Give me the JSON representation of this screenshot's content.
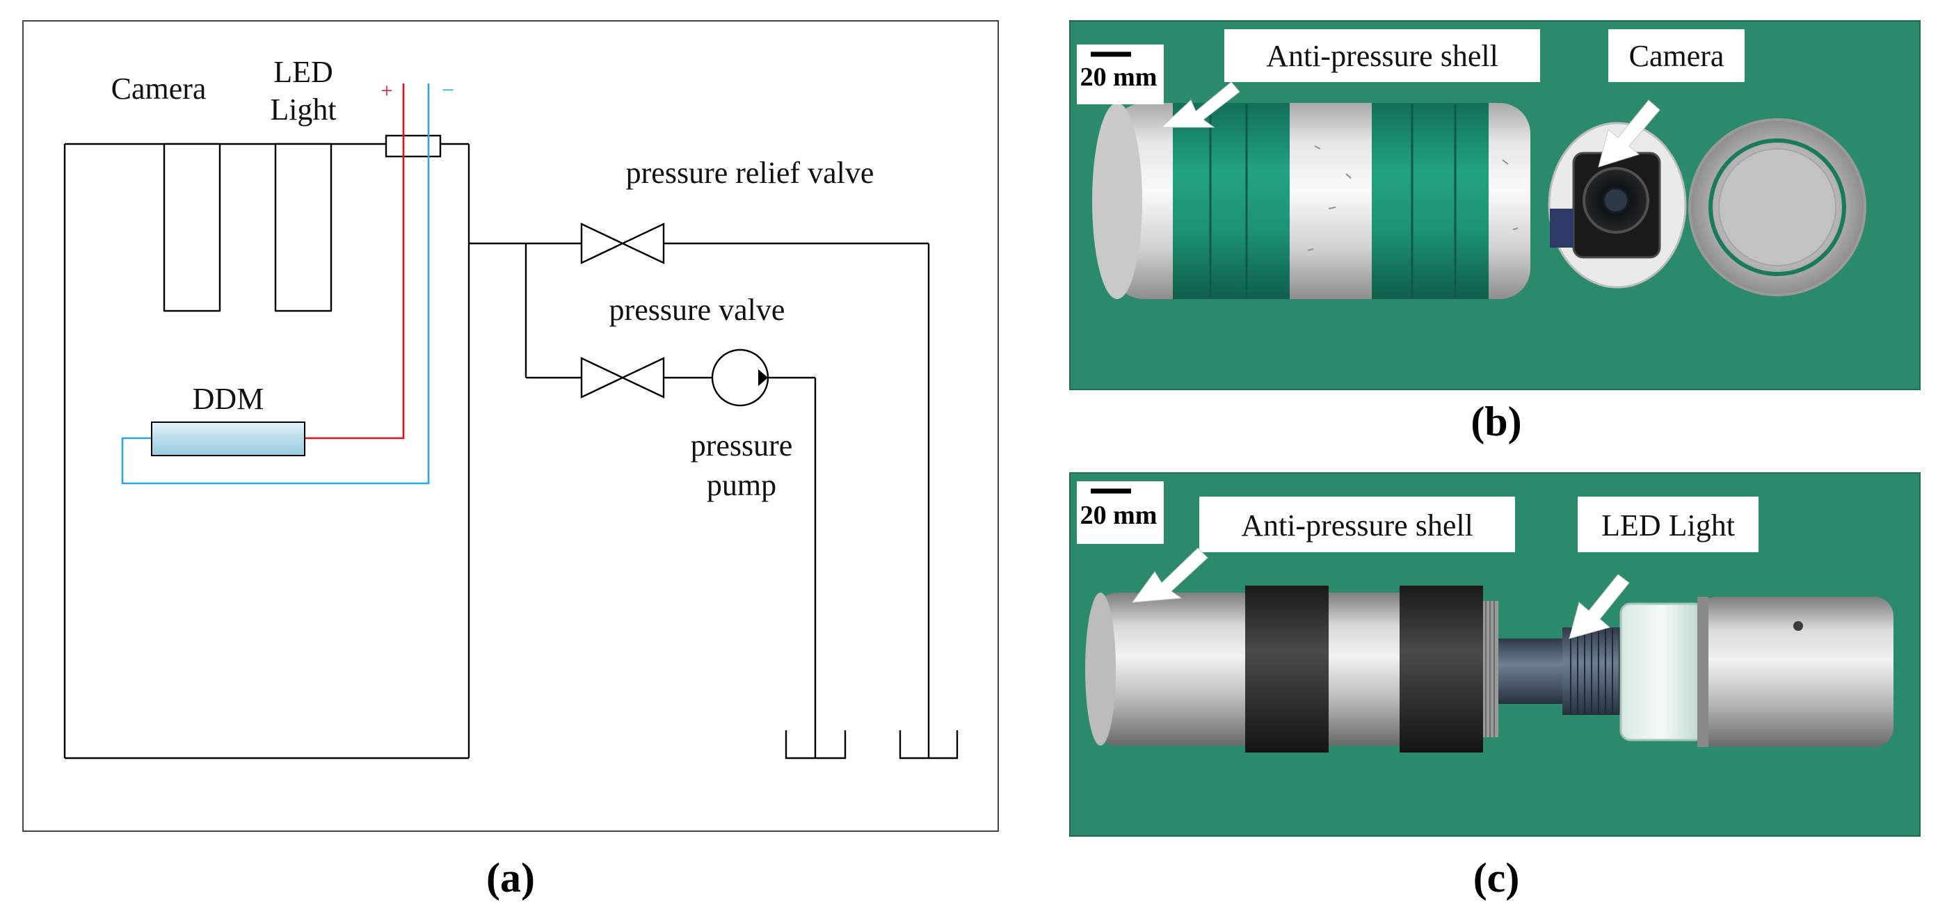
{
  "panel_a": {
    "caption": "(a)",
    "labels": {
      "camera": "Camera",
      "led_line1": "LED",
      "led_line2": "Light",
      "plus": "+",
      "minus": "−",
      "ddm": "DDM",
      "relief_valve": "pressure relief valve",
      "pressure_valve": "pressure valve",
      "pump_line1": "pressure",
      "pump_line2": "pump"
    },
    "colors": {
      "positive_wire": "#e8101a",
      "negative_wire": "#29a8e0",
      "ddm_fill": "#c5e2f0"
    }
  },
  "panel_b": {
    "caption": "(b)",
    "scale_bar": "20 mm",
    "callout_shell": "Anti-pressure shell",
    "callout_camera": "Camera"
  },
  "panel_c": {
    "caption": "(c)",
    "scale_bar": "20 mm",
    "callout_shell": "Anti-pressure shell",
    "callout_led": "LED Light"
  }
}
